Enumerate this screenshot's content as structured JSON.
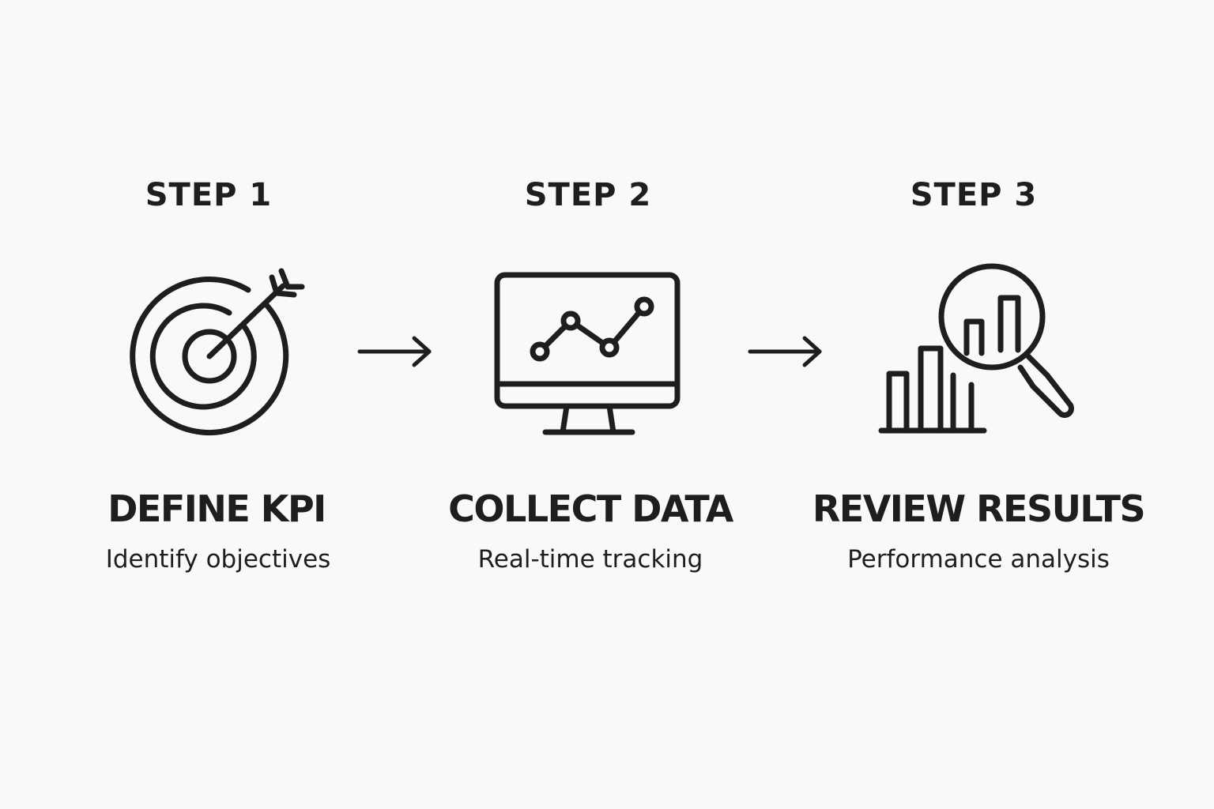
{
  "steps": [
    {
      "number_label": "STEP 1",
      "title": "DEFINE KPI",
      "description": "Identify objectives",
      "icon": "target-arrow-icon"
    },
    {
      "number_label": "STEP 2",
      "title": "COLLECT DATA",
      "description": "Real-time tracking",
      "icon": "monitor-line-chart-icon"
    },
    {
      "number_label": "STEP 3",
      "title": "REVIEW RESULTS",
      "description": "Performance analysis",
      "icon": "magnifier-bar-chart-icon"
    }
  ],
  "connectors": [
    {
      "from": "STEP 1",
      "to": "STEP 2",
      "icon": "arrow-right-icon"
    },
    {
      "from": "STEP 2",
      "to": "STEP 3",
      "icon": "arrow-right-icon"
    }
  ],
  "colors": {
    "background": "#f9f9f9",
    "ink": "#1e1e1e"
  }
}
